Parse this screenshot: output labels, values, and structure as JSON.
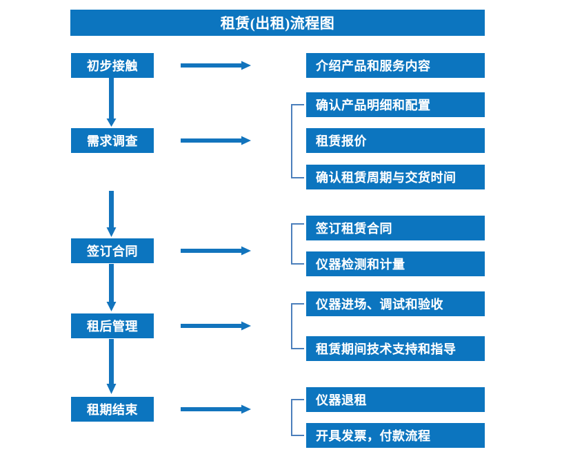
{
  "title": {
    "text": "租赁(出租)流程图"
  },
  "colors": {
    "box_fill": "#0c75bf",
    "box_text": "#ffffff",
    "arrow": "#1274bd",
    "bracket": "#4a7ebb",
    "background": "#ffffff"
  },
  "stages": [
    {
      "id": "stage-1",
      "label": "初步接触"
    },
    {
      "id": "stage-2",
      "label": "需求调查"
    },
    {
      "id": "stage-3",
      "label": "签订合同"
    },
    {
      "id": "stage-4",
      "label": "租后管理"
    },
    {
      "id": "stage-5",
      "label": "租期结束"
    }
  ],
  "details": [
    {
      "id": "detail-1",
      "label": "介绍产品和服务内容",
      "group": 1
    },
    {
      "id": "detail-2",
      "label": "确认产品明细和配置",
      "group": 2
    },
    {
      "id": "detail-3",
      "label": "租赁报价",
      "group": 2
    },
    {
      "id": "detail-4",
      "label": "确认租赁周期与交货时间",
      "group": 2
    },
    {
      "id": "detail-5",
      "label": "签订租赁合同",
      "group": 3
    },
    {
      "id": "detail-6",
      "label": "仪器检测和计量",
      "group": 3
    },
    {
      "id": "detail-7",
      "label": "仪器进场、调试和验收",
      "group": 4
    },
    {
      "id": "detail-8",
      "label": "租赁期间技术支持和指导",
      "group": 4
    },
    {
      "id": "detail-9",
      "label": "仪器退租",
      "group": 5
    },
    {
      "id": "detail-10",
      "label": "开具发票，付款流程",
      "group": 5
    }
  ],
  "connectors": {
    "vertical_arrows": [
      {
        "from": "stage-1",
        "to": "stage-2"
      },
      {
        "from": "stage-2",
        "to": "stage-3"
      },
      {
        "from": "stage-3",
        "to": "stage-4"
      },
      {
        "from": "stage-4",
        "to": "stage-5"
      }
    ],
    "horizontal_arrows": [
      {
        "from": "stage-1",
        "to": "group-1"
      },
      {
        "from": "stage-2",
        "to": "group-2"
      },
      {
        "from": "stage-3",
        "to": "group-3"
      },
      {
        "from": "stage-4",
        "to": "group-4"
      },
      {
        "from": "stage-5",
        "to": "group-5"
      }
    ],
    "brackets": [
      {
        "group": 2,
        "spans": [
          "detail-2",
          "detail-3",
          "detail-4"
        ]
      },
      {
        "group": 3,
        "spans": [
          "detail-5",
          "detail-6"
        ]
      },
      {
        "group": 4,
        "spans": [
          "detail-7",
          "detail-8"
        ]
      },
      {
        "group": 5,
        "spans": [
          "detail-9",
          "detail-10"
        ]
      }
    ]
  }
}
